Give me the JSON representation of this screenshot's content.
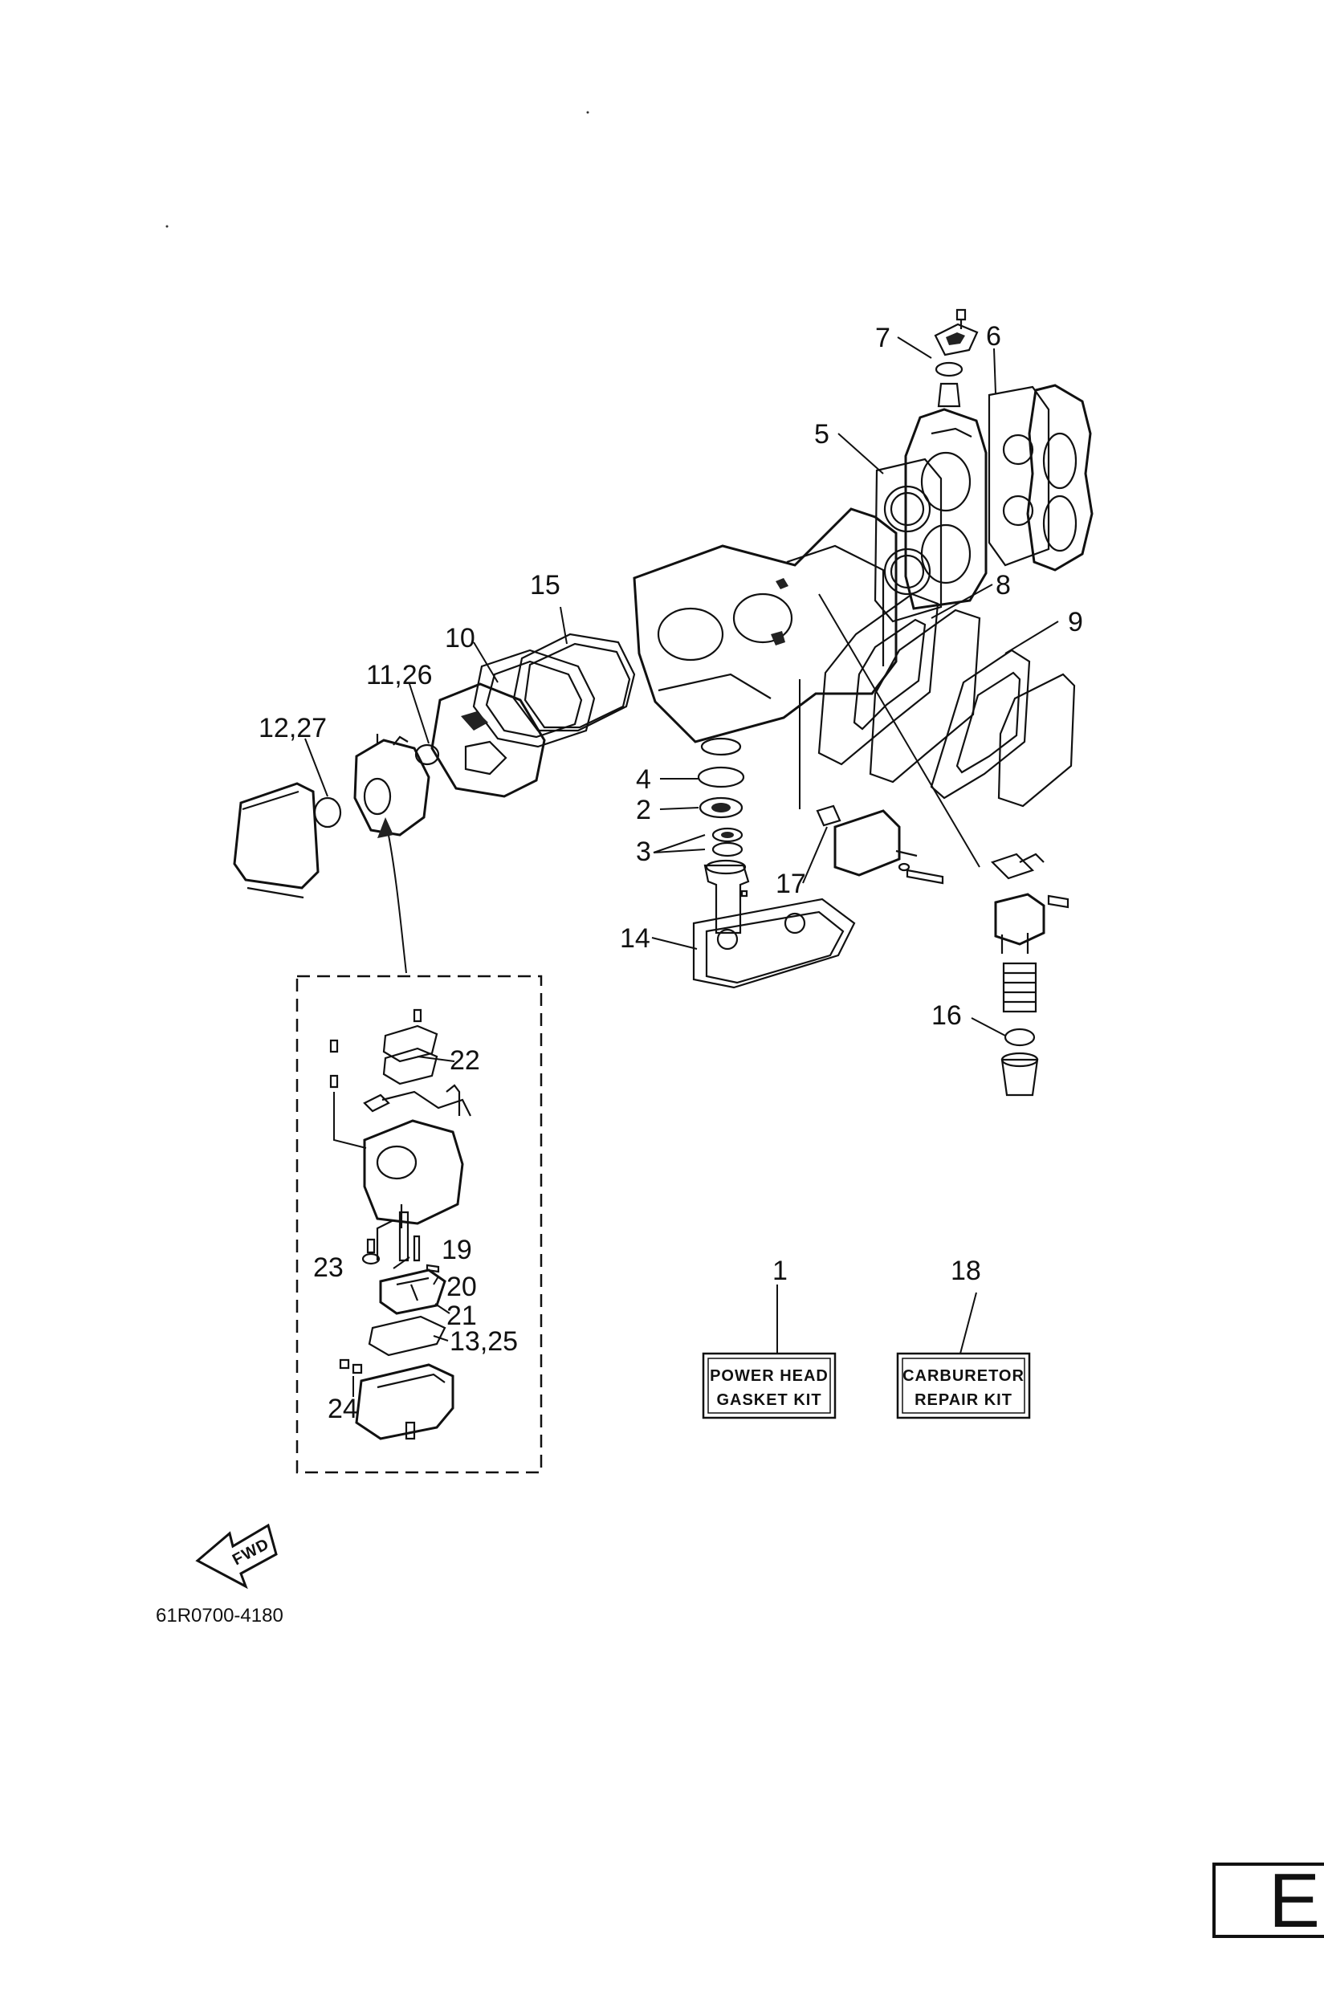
{
  "drawing_number": "61R0700-4180",
  "page_letter": "E",
  "fwd_label": "FWD",
  "kits": {
    "power_head_line1": "POWER HEAD",
    "power_head_line2": "GASKET KIT",
    "power_head_ref": "1",
    "carburetor_line1": "CARBURETOR",
    "carburetor_line2": "REPAIR KIT",
    "carburetor_ref": "18"
  },
  "callouts": {
    "c2": "2",
    "c3": "3",
    "c4": "4",
    "c5": "5",
    "c6": "6",
    "c7": "7",
    "c8": "8",
    "c9": "9",
    "c10": "10",
    "c11_26": "11,26",
    "c12_27": "12,27",
    "c13_25": "13,25",
    "c14": "14",
    "c15": "15",
    "c16": "16",
    "c17": "17",
    "c19": "19",
    "c20": "20",
    "c21": "21",
    "c22": "22",
    "c23": "23",
    "c24": "24"
  }
}
